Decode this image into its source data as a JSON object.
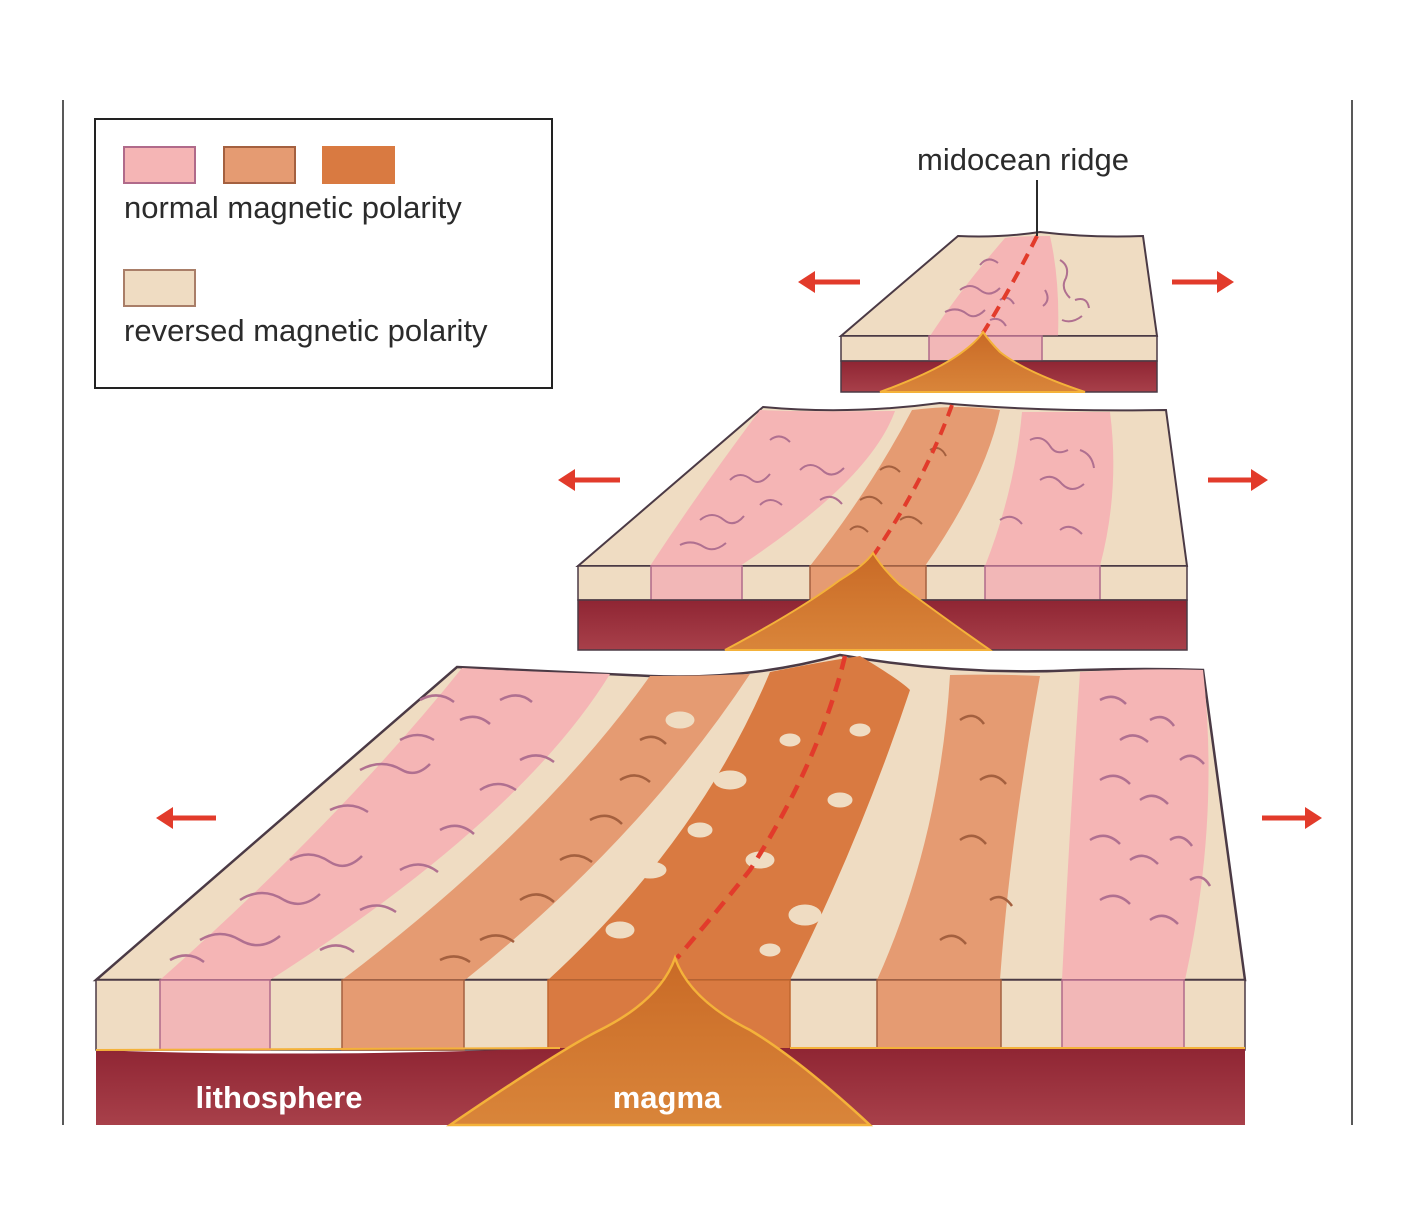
{
  "legend": {
    "normal_label": "normal magnetic polarity",
    "reversed_label": "reversed magnetic polarity"
  },
  "labels": {
    "ridge": "midocean ridge",
    "lithosphere": "lithosphere",
    "magma": "magma"
  },
  "colors": {
    "reversed": "#efdcc2",
    "normal_pink": "#f5b5b5",
    "normal_orange_light": "#e59b72",
    "normal_orange_dark": "#d97a41",
    "lithosphere": "#9c2f3a",
    "magma": "#c86a2c",
    "magma_outline": "#f4b23a",
    "arrow": "#e23b2b",
    "outline": "#4b3a45"
  }
}
